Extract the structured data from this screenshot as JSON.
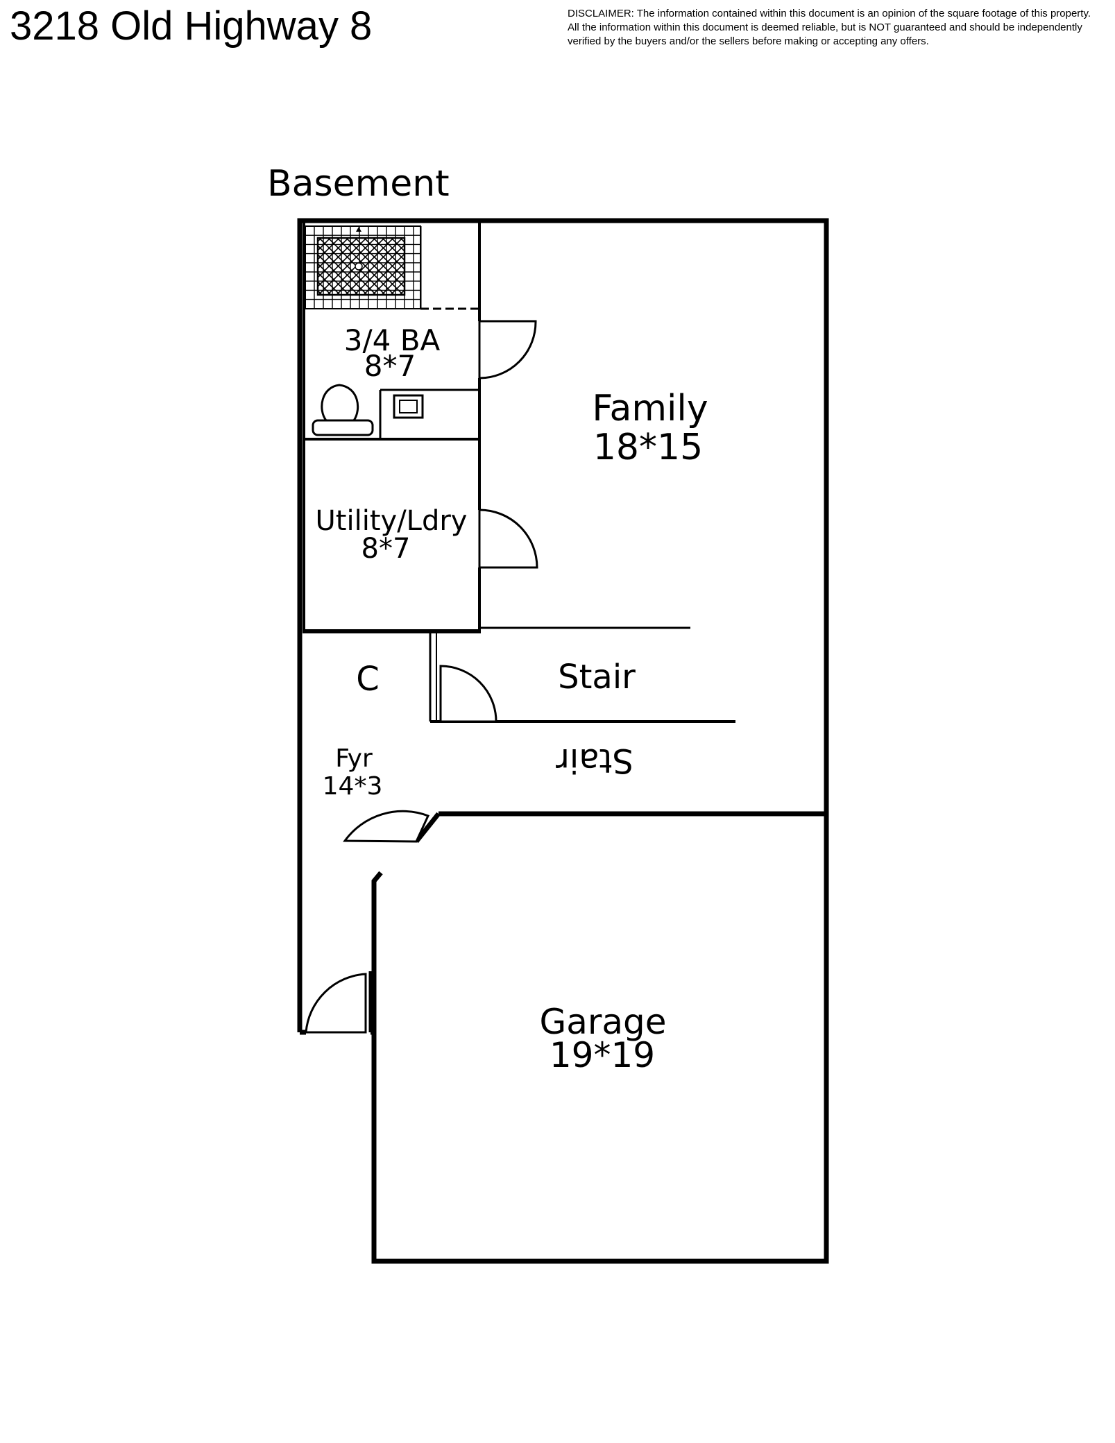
{
  "header": {
    "address": "3218 Old Highway 8",
    "disclaimer_lines": [
      "DISCLAIMER: The information contained within this document is an opinion of the square footage of this property.",
      "All the information within this document is deemed reliable, but is NOT guaranteed and should be independently",
      "verified by the buyers and/or the sellers before making or accepting any offers."
    ]
  },
  "plan": {
    "floor_name": "Basement",
    "rooms": {
      "bath": {
        "name": "3/4 BA",
        "size": "8*7"
      },
      "family": {
        "name": "Family",
        "size": "18*15"
      },
      "utility": {
        "name": "Utility/Ldry",
        "size": "8*7"
      },
      "closet": {
        "name": "C"
      },
      "stair_upper": {
        "name": "Stair"
      },
      "stair_lower": {
        "name": "Stair"
      },
      "foyer": {
        "name": "Fyr",
        "size": "14*3"
      },
      "garage": {
        "name": "Garage",
        "size": "19*19"
      }
    }
  }
}
